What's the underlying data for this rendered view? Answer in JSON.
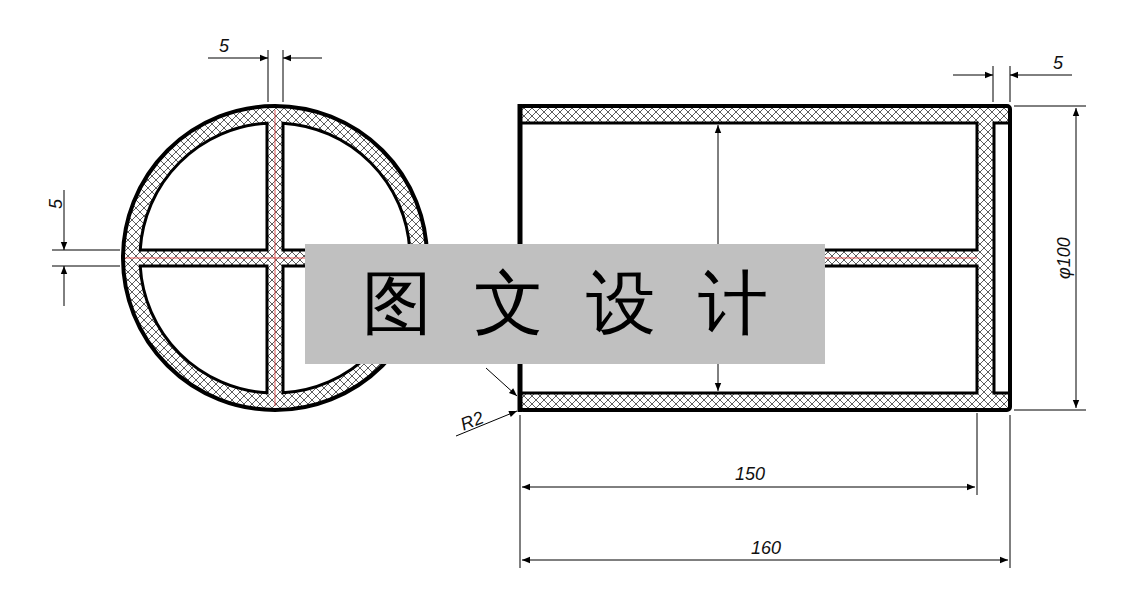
{
  "diagram": {
    "labels": [
      "5",
      "5",
      "5",
      "φ100",
      "R2",
      "150",
      "160",
      "图文设计"
    ]
  }
}
